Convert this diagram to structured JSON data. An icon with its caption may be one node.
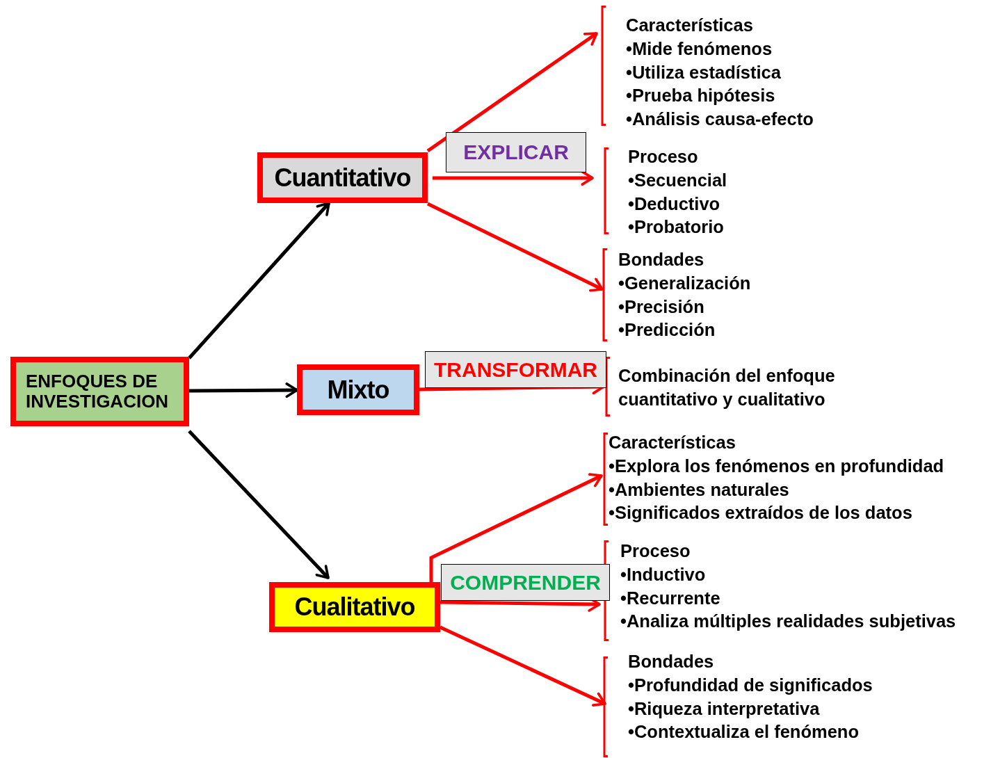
{
  "diagram": {
    "nodes": [
      {
        "text": [
          "ENFOQUES DE INVESTIGACION"
        ]
      },
      {
        "text": [
          "Cuantitativo"
        ]
      },
      {
        "text": [
          "Mixto"
        ]
      },
      {
        "text": [
          "Cualitativo"
        ]
      },
      {
        "text": [
          "EXPLICAR"
        ]
      },
      {
        "text": [
          "TRANSFORMAR"
        ]
      },
      {
        "text": [
          "COMPRENDER"
        ]
      },
      {
        "text": [
          "Características",
          "•Mide fenómenos",
          "•Utiliza estadística",
          "•Prueba hipótesis",
          "•Análisis causa-efecto"
        ]
      },
      {
        "text": [
          "Proceso",
          "•Secuencial",
          "•Deductivo",
          "•Probatorio"
        ]
      },
      {
        "text": [
          "Bondades",
          "•Generalización",
          "•Precisión",
          "•Predicción"
        ]
      },
      {
        "text": [
          "Combinación  del enfoque cuantitativo  y  cualitativo"
        ]
      },
      {
        "text": [
          "Características",
          "•Explora los fenómenos en profundidad",
          "•Ambientes naturales",
          "•Significados extraídos de los datos"
        ]
      },
      {
        "text": [
          "Proceso",
          "•Inductivo",
          "•Recurrente",
          "•Analiza múltiples realidades subjetivas"
        ]
      },
      {
        "text": [
          "Bondades",
          "•Profundidad de significados",
          "•Riqueza interpretativa",
          "•Contextualiza el fenómeno"
        ]
      }
    ],
    "edges": [
      {
        "from": 0,
        "to": 1,
        "arrow": "to",
        "color": "#000000"
      },
      {
        "from": 0,
        "to": 2,
        "arrow": "to",
        "color": "#000000"
      },
      {
        "from": 0,
        "to": 3,
        "arrow": "to",
        "color": "#000000"
      },
      {
        "from": 1,
        "to": 7,
        "arrow": "to"
      },
      {
        "from": 1,
        "to": 8,
        "arrow": "to"
      },
      {
        "from": 1,
        "to": 9,
        "arrow": "to"
      },
      {
        "from": 2,
        "to": 10,
        "arrow": "to"
      },
      {
        "from": 3,
        "to": 11,
        "arrow": "to"
      },
      {
        "from": 3,
        "to": 12,
        "arrow": "to"
      },
      {
        "from": 3,
        "to": 13,
        "arrow": "to"
      }
    ]
  }
}
